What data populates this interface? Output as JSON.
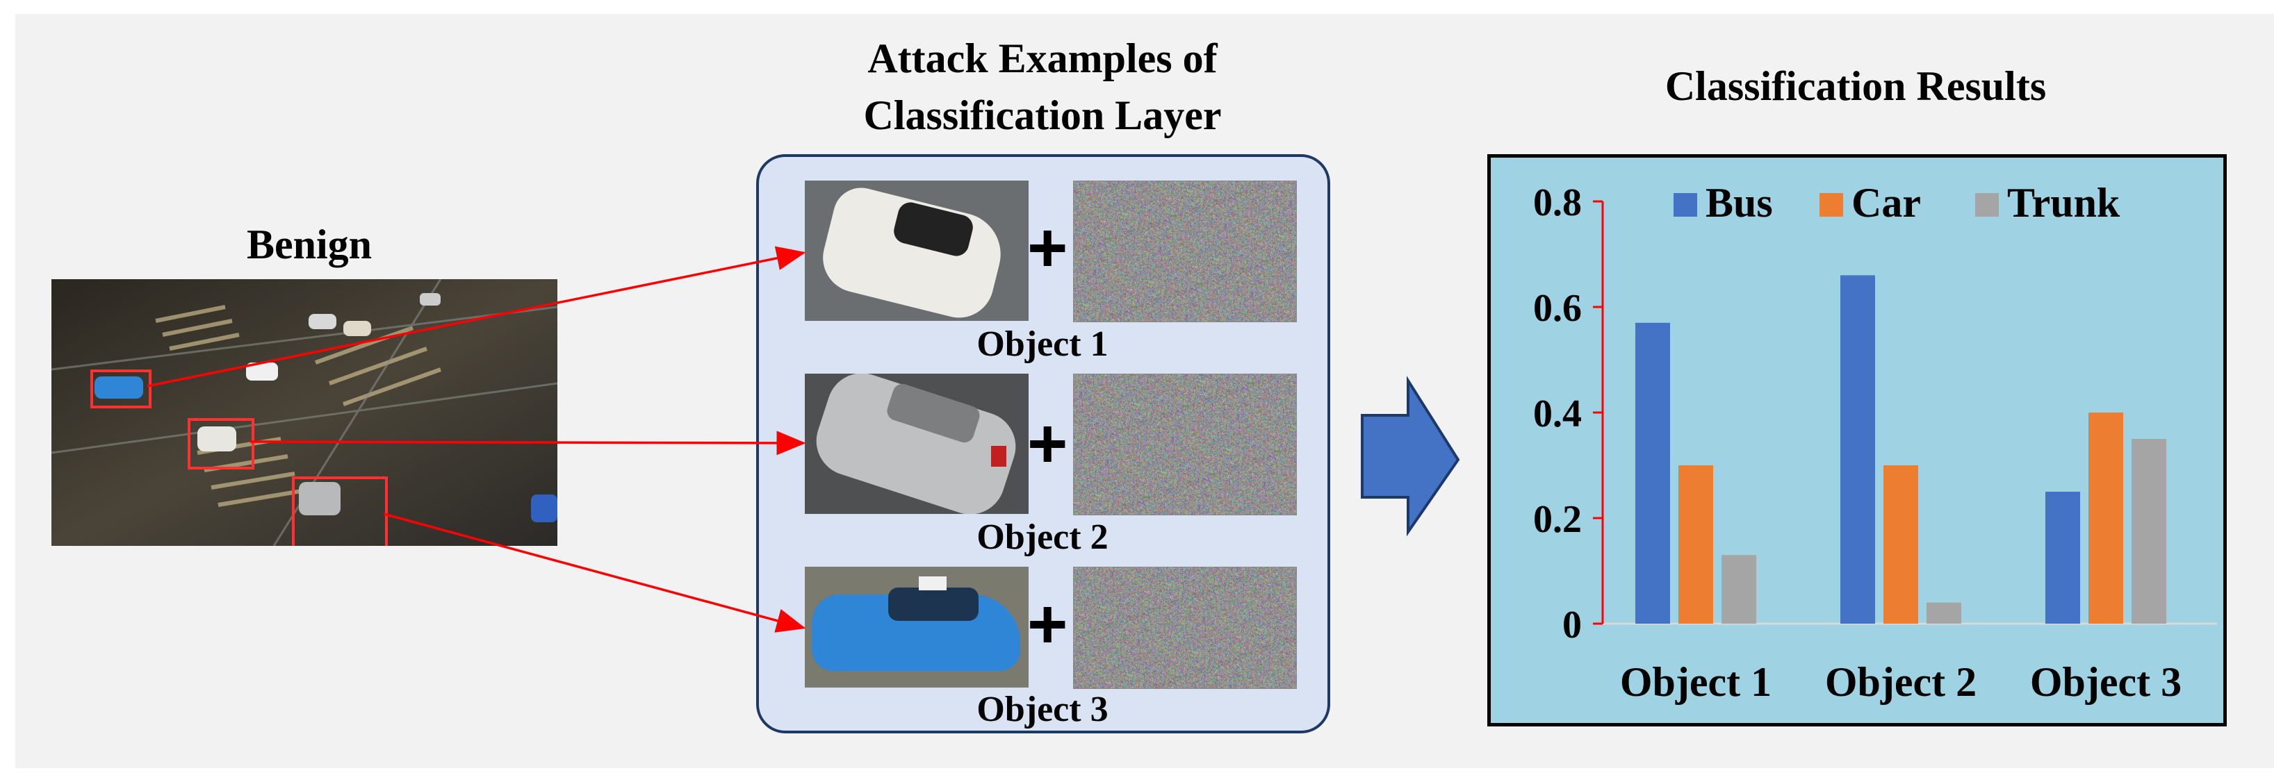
{
  "benign": {
    "title": "Benign"
  },
  "attack": {
    "title_line1": "Attack Examples of",
    "title_line2": "Classification Layer",
    "objects": [
      {
        "label": "Object 1",
        "vehicle_color": "#e8e6e0"
      },
      {
        "label": "Object 2",
        "vehicle_color": "#b8b9bb"
      },
      {
        "label": "Object 3",
        "vehicle_color": "#2f86d6"
      }
    ],
    "plus_sign": "+"
  },
  "results": {
    "title": "Classification Results"
  },
  "chart_data": {
    "type": "bar",
    "categories": [
      "Object 1",
      "Object 2",
      "Object 3"
    ],
    "series": [
      {
        "name": "Bus",
        "values": [
          0.57,
          0.66,
          0.25
        ],
        "color": "#4472c4"
      },
      {
        "name": "Car",
        "values": [
          0.3,
          0.3,
          0.4
        ],
        "color": "#ed7d31"
      },
      {
        "name": "Trunk",
        "values": [
          0.13,
          0.04,
          0.35
        ],
        "color": "#a5a5a5"
      }
    ],
    "yticks": [
      "0",
      "0.2",
      "0.4",
      "0.6",
      "0.8"
    ],
    "ylim": [
      0,
      0.8
    ],
    "legend_position": "top",
    "grid": false,
    "axis_color": "#ff0000",
    "background": "#9fd3e3"
  },
  "colors": {
    "arrow_red": "#ff0000",
    "big_arrow": "#4472c4",
    "box_border": "#1f3864"
  }
}
